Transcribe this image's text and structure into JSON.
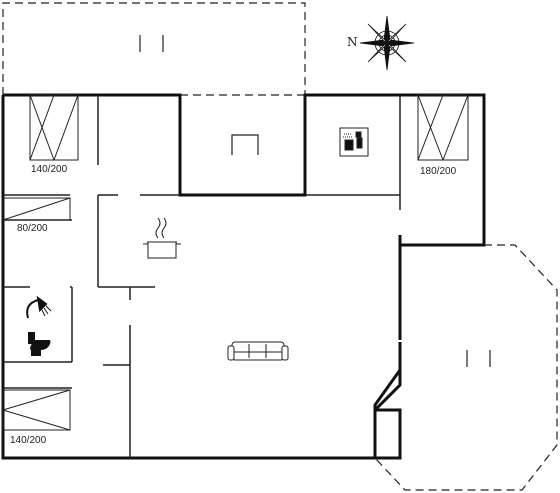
{
  "floorplan": {
    "compass_label": "N",
    "beds": [
      {
        "id": "bed-top-left",
        "label": "140/200"
      },
      {
        "id": "bed-top-right",
        "label": "180/200"
      },
      {
        "id": "bed-mid-left",
        "label": "80/200"
      },
      {
        "id": "bed-bottom-left",
        "label": "140/200"
      }
    ],
    "room_icons": [
      "compass-icon",
      "bed-icon",
      "cooking-pot-icon",
      "shower-icon",
      "toilet-icon",
      "sofa-icon",
      "sauna-icon",
      "fireplace-icon",
      "terrace-divider-icon"
    ],
    "colors": {
      "wall": "#111111",
      "line": "#222222",
      "background": "#ffffff"
    }
  }
}
